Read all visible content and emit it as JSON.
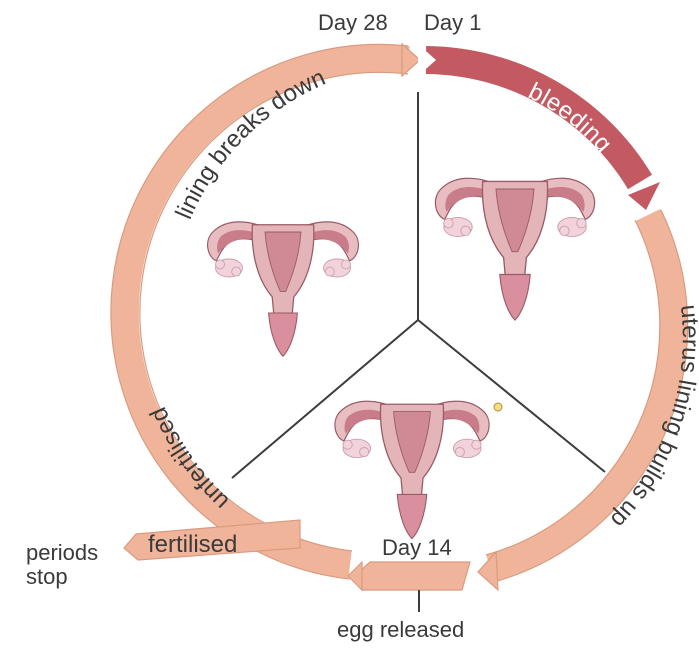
{
  "labels": {
    "day28": "Day 28",
    "day1": "Day 1",
    "day14": "Day 14",
    "bleeding": "bleeding",
    "lining_builds": "uterus lining builds up",
    "lining_breaks": "lining breaks down",
    "unfertilised": "unfertilised",
    "fertilised": "fertilised",
    "periods": "periods",
    "stop": "stop",
    "egg_released": "egg released"
  },
  "colors": {
    "band": "#f0b49a",
    "band_stroke": "#d99b80",
    "bleeding": "#c35a62",
    "text": "#3a3a3a",
    "divider": "#3c3c3c"
  },
  "icons": [
    "uterus-icon"
  ]
}
